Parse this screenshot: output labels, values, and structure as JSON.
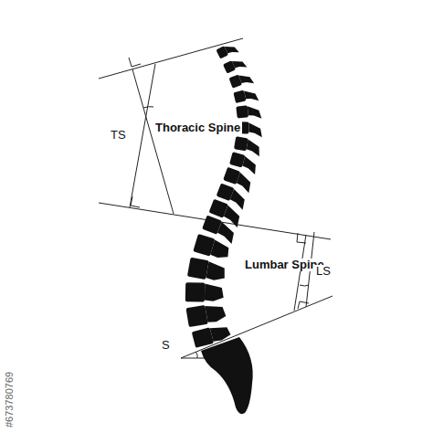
{
  "diagram": {
    "labels": [
      "TS",
      "Thoracic Spine",
      "Lumbar Spine",
      "LS",
      "S",
      "#673780769"
    ]
  }
}
